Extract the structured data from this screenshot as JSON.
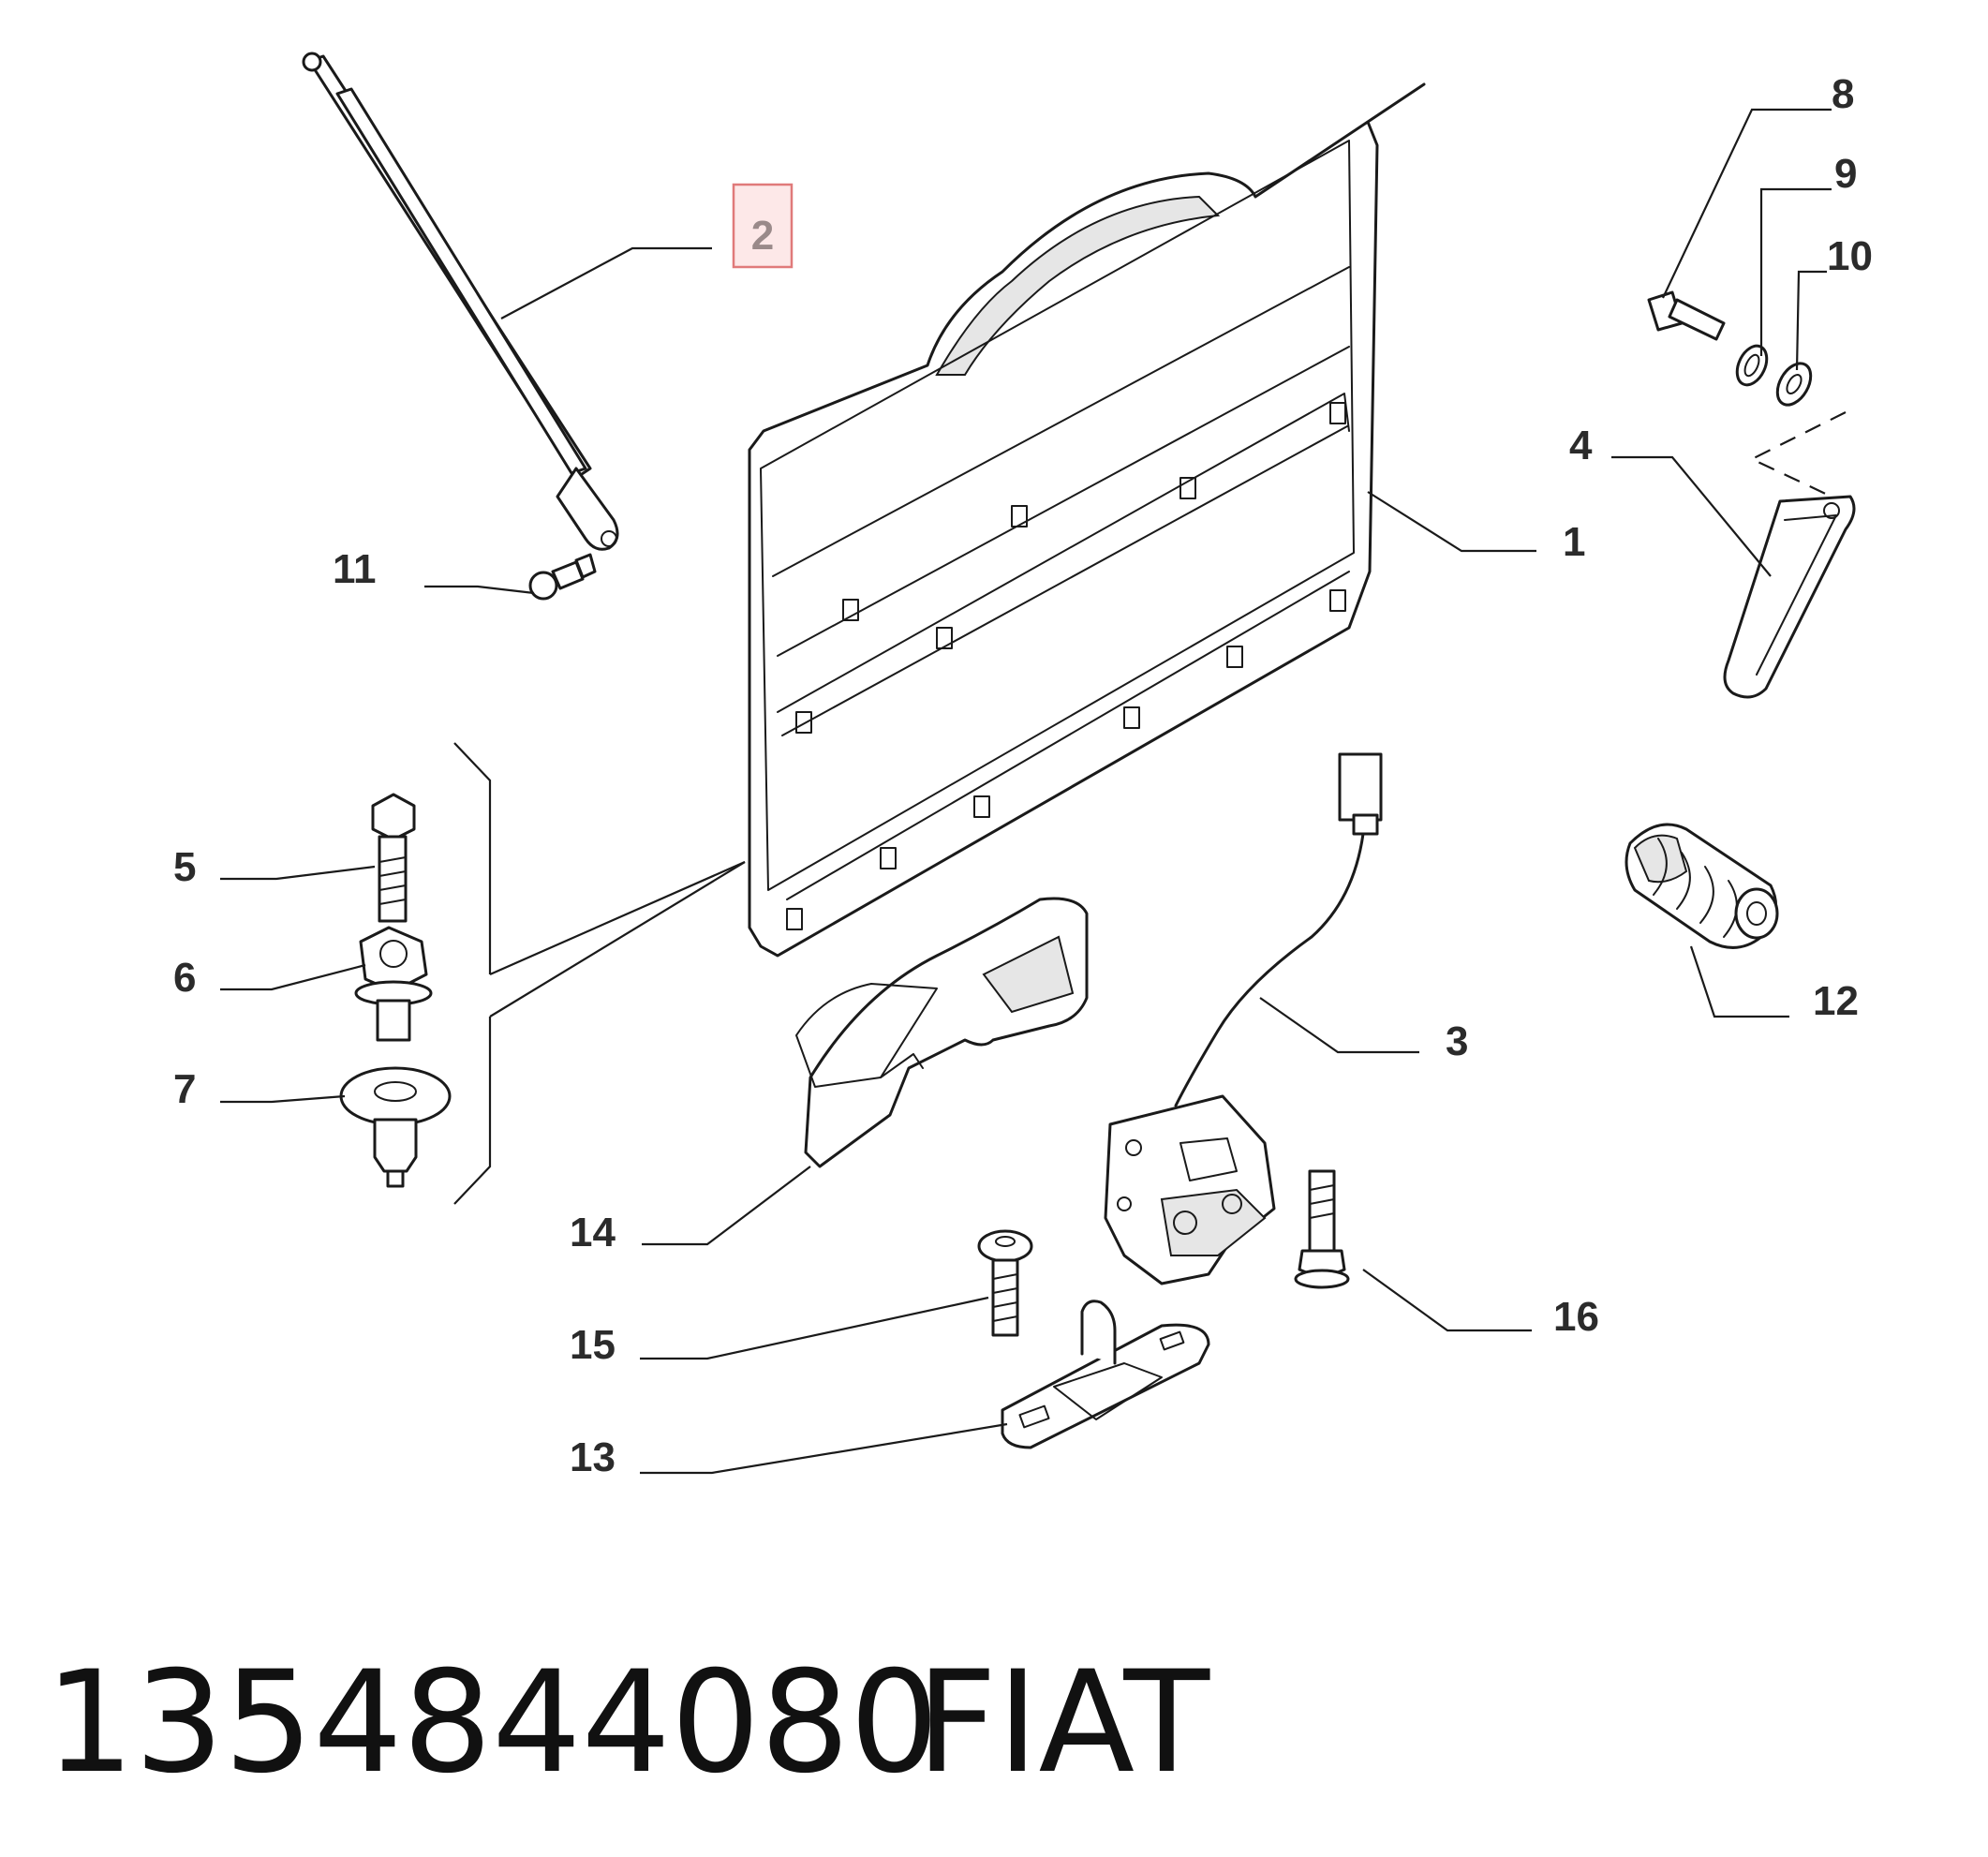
{
  "callouts": [
    "1",
    "2",
    "3",
    "4",
    "5",
    "6",
    "7",
    "8",
    "9",
    "10",
    "11",
    "12",
    "13",
    "14",
    "15",
    "16"
  ],
  "highlighted_callout": "2",
  "footer": {
    "part_number": "1354844080",
    "brand": "FIAT"
  }
}
